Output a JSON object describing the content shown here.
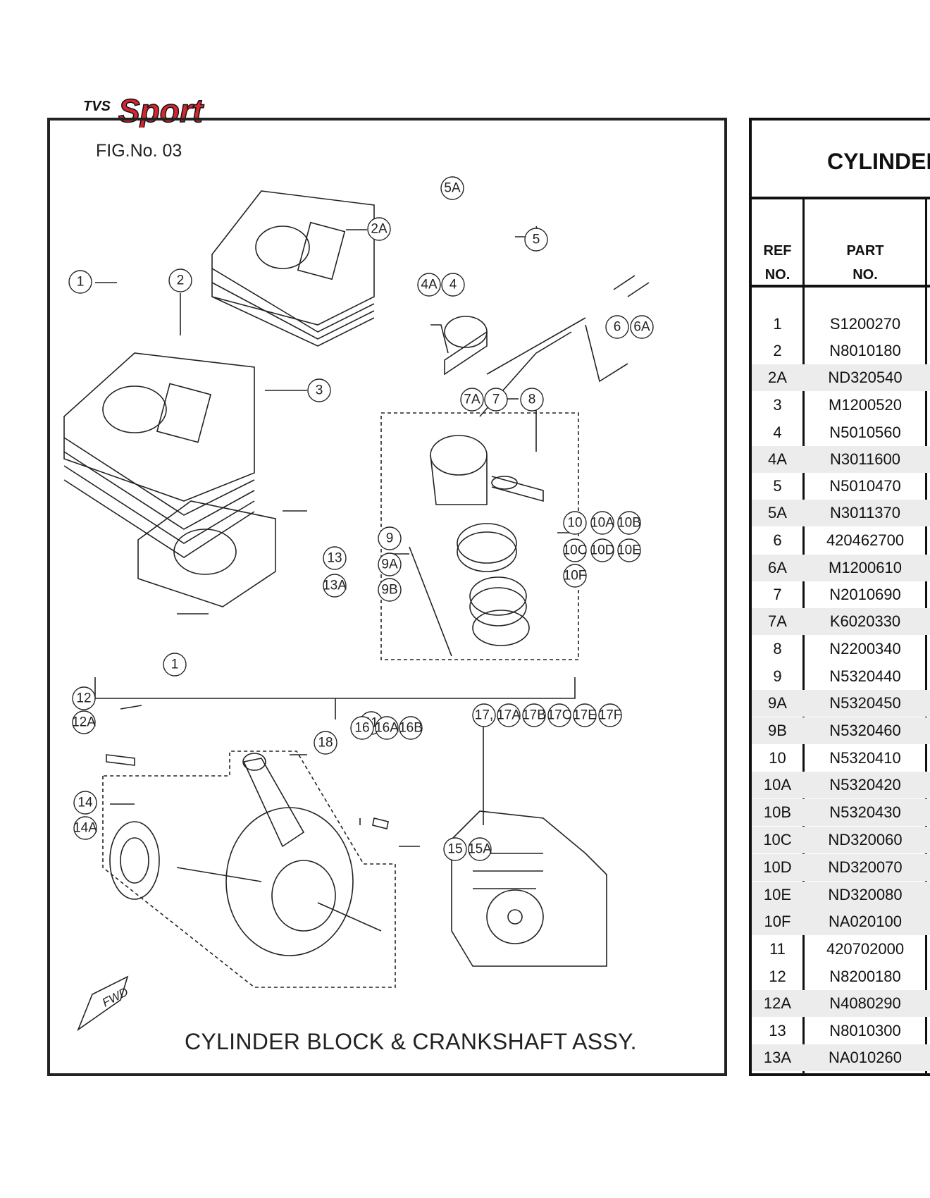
{
  "brand": {
    "prefix": "TVS",
    "name": "Sport"
  },
  "figure": {
    "label": "FIG.No. 03",
    "caption": "CYLINDER BLOCK & CRANKSHAFT ASSY.",
    "fwd": "FWD"
  },
  "callouts": [
    "1",
    "2",
    "2A",
    "3",
    "4",
    "4A",
    "5",
    "5A",
    "6",
    "6A",
    "7",
    "7A",
    "8",
    "9",
    "9A",
    "9B",
    "10",
    "10A",
    "10B",
    "10C",
    "10D",
    "10E",
    "10F",
    "11",
    "12",
    "12A",
    "13",
    "13A",
    "14",
    "14A",
    "15",
    "15A",
    "16",
    "16A",
    "16B",
    "17,",
    "17A",
    "17B",
    "17C",
    "17E",
    "17F",
    "18"
  ],
  "parts_table": {
    "title": "CYLINDER",
    "headers": {
      "ref_line1": "REF",
      "ref_line2": "NO.",
      "part_line1": "PART",
      "part_line2": "NO."
    },
    "rows": [
      {
        "ref": "1",
        "part": "S1200270"
      },
      {
        "ref": "2",
        "part": "N8010180"
      },
      {
        "ref": "2A",
        "part": "ND320540"
      },
      {
        "ref": "3",
        "part": "M1200520"
      },
      {
        "ref": "4",
        "part": "N5010560"
      },
      {
        "ref": "4A",
        "part": "N3011600"
      },
      {
        "ref": "5",
        "part": "N5010470"
      },
      {
        "ref": "5A",
        "part": "N3011370"
      },
      {
        "ref": "6",
        "part": "420462700"
      },
      {
        "ref": "6A",
        "part": "M1200610"
      },
      {
        "ref": "7",
        "part": "N2010690"
      },
      {
        "ref": "7A",
        "part": "K6020330"
      },
      {
        "ref": "8",
        "part": "N2200340"
      },
      {
        "ref": "9",
        "part": "N5320440"
      },
      {
        "ref": "9A",
        "part": "N5320450"
      },
      {
        "ref": "9B",
        "part": "N5320460"
      },
      {
        "ref": "10",
        "part": "N5320410"
      },
      {
        "ref": "10A",
        "part": "N5320420"
      },
      {
        "ref": "10B",
        "part": "N5320430"
      },
      {
        "ref": "10C",
        "part": "ND320060"
      },
      {
        "ref": "10D",
        "part": "ND320070"
      },
      {
        "ref": "10E",
        "part": "ND320080"
      },
      {
        "ref": "10F",
        "part": "NA020100"
      },
      {
        "ref": "11",
        "part": "420702000"
      },
      {
        "ref": "12",
        "part": "N8200180"
      },
      {
        "ref": "12A",
        "part": "N4080290"
      },
      {
        "ref": "13",
        "part": "N8010300"
      },
      {
        "ref": "13A",
        "part": "NA010260"
      }
    ]
  },
  "colors": {
    "brand_red": "#d22630",
    "line": "#222222",
    "alt_row": "#ececec"
  }
}
